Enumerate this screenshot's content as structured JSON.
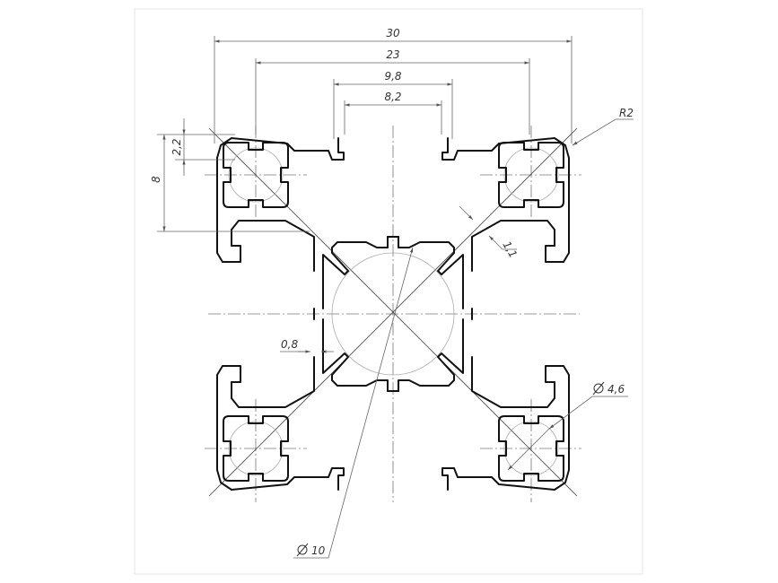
{
  "drawing": {
    "dimensions": {
      "overall_width": "30",
      "slot_span": "23",
      "slot_outer": "9,8",
      "slot_inner": "8,2",
      "corner_radius": "R2",
      "slot_depth": "2,2",
      "groove_depth": "8",
      "web_thickness": "1,1",
      "wall_thickness": "0,8",
      "corner_hole_diameter": "4,6",
      "core_diameter": "10"
    },
    "colors": {
      "outline": "#111111",
      "dimension_line": "#666666",
      "center_line": "#777777",
      "hole_circle": "#aaaaaa",
      "frame": "#e6e6e6"
    }
  }
}
